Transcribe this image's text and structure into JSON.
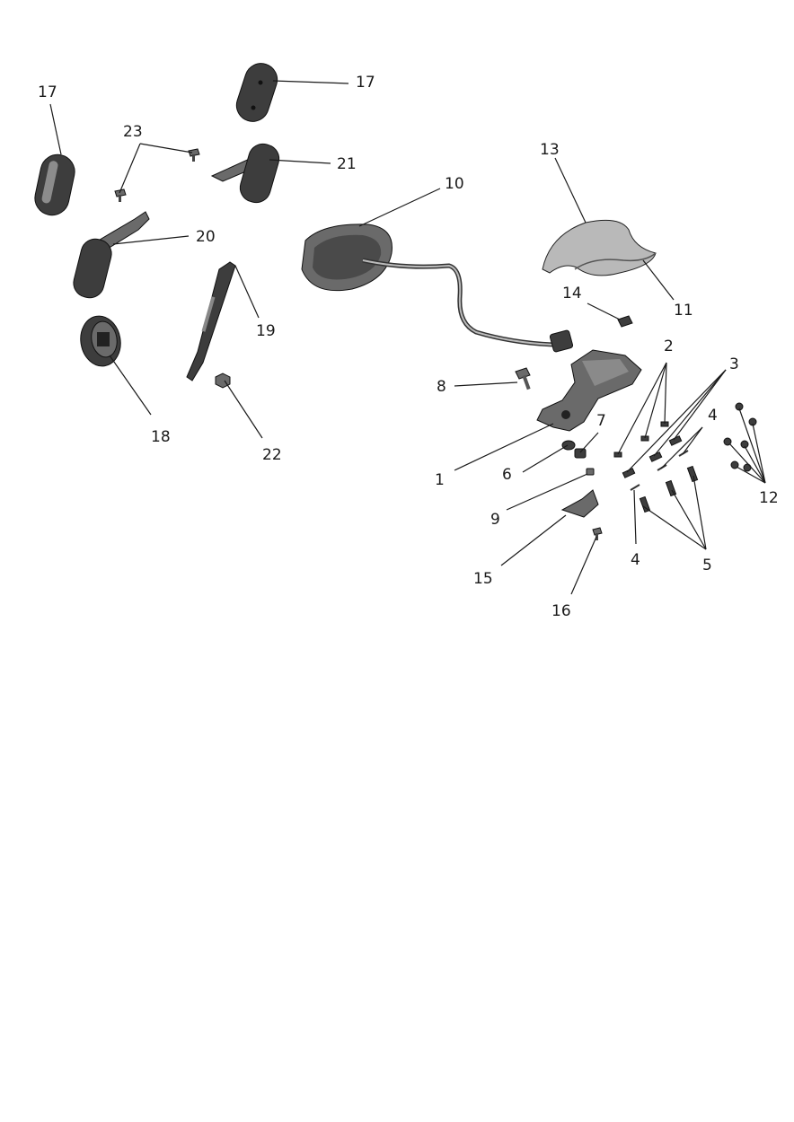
{
  "callouts": {
    "c1": "1",
    "c2": "2",
    "c3": "3",
    "c4a": "4",
    "c4b": "4",
    "c5": "5",
    "c6": "6",
    "c7": "7",
    "c8": "8",
    "c9": "9",
    "c10": "10",
    "c11": "11",
    "c12": "12",
    "c13": "13",
    "c14": "14",
    "c15": "15",
    "c16": "16",
    "c17a": "17",
    "c17b": "17",
    "c18": "18",
    "c19": "19",
    "c20": "20",
    "c21": "21",
    "c22": "22",
    "c23": "23"
  },
  "colors": {
    "part_dark": "#3d3d3d",
    "part_mid": "#6a6a6a",
    "part_light": "#b9b9b9",
    "line": "#1a1a1a"
  }
}
